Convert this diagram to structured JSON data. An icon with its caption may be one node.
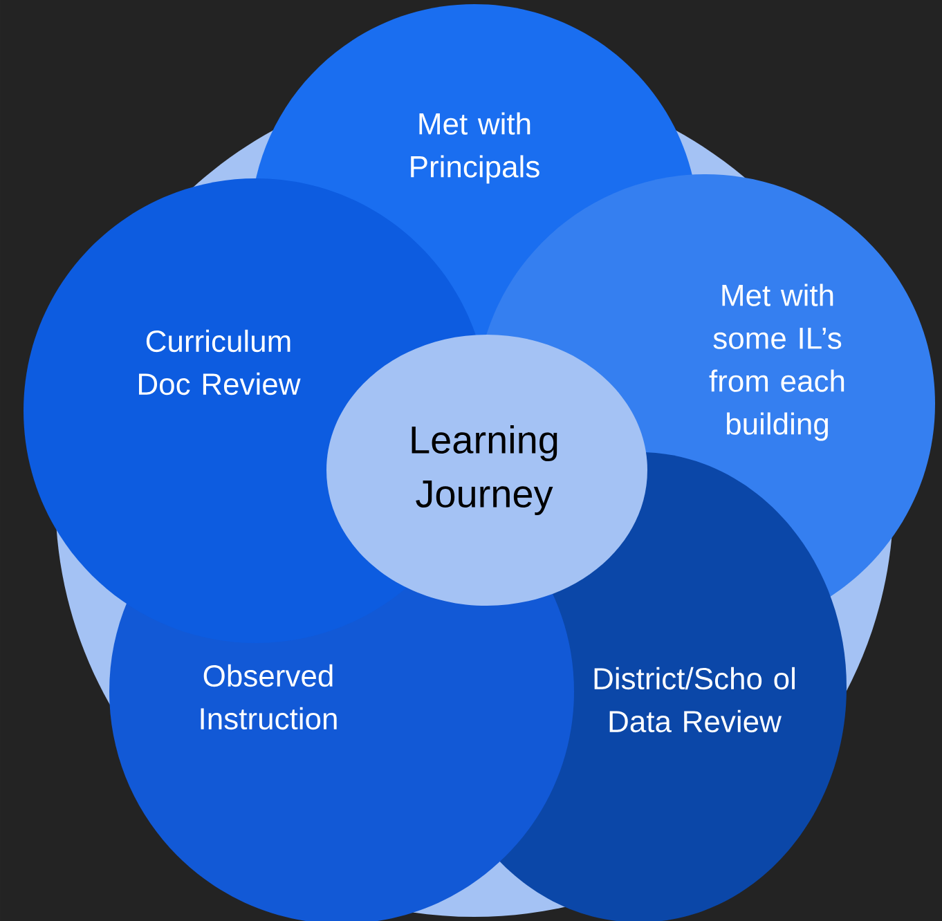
{
  "diagram": {
    "nodes": [
      {
        "text": [
          "Met with Principals"
        ]
      },
      {
        "text": [
          "Curriculum Doc Review"
        ]
      },
      {
        "text": [
          "Met with some IL’s from each building"
        ]
      },
      {
        "text": [
          "Learning Journey"
        ]
      },
      {
        "text": [
          "Observed Instruction"
        ]
      },
      {
        "text": [
          "District/Scho ol Data Review"
        ]
      }
    ]
  }
}
